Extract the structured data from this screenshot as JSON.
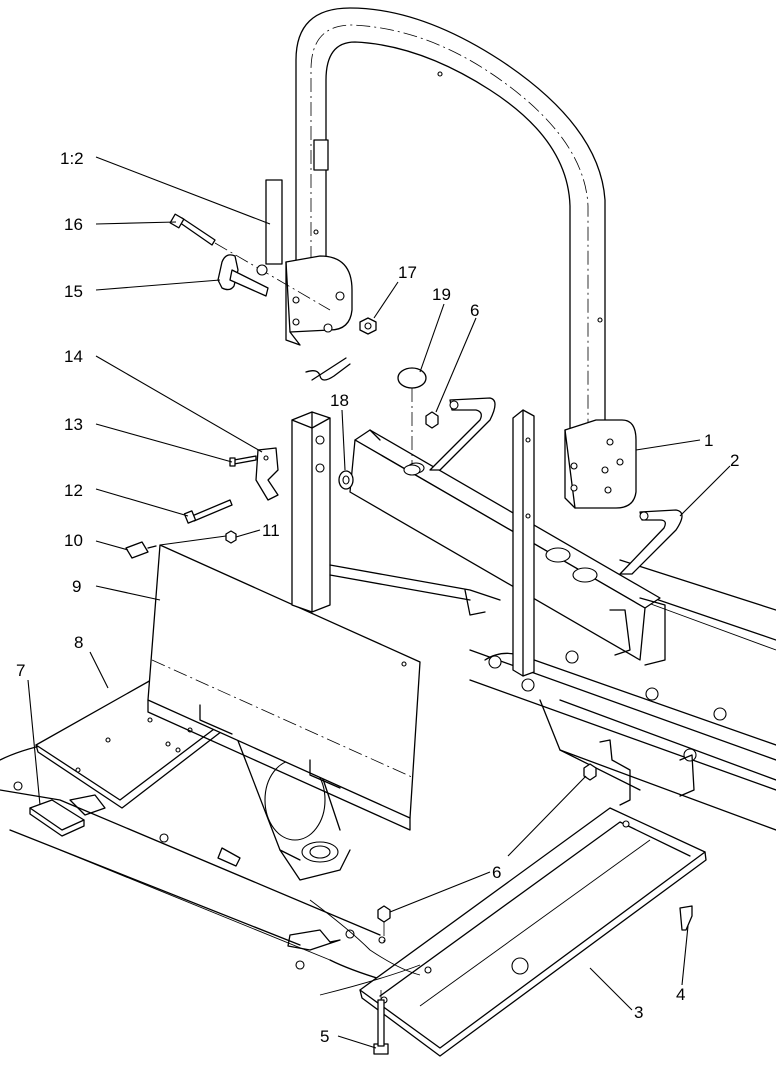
{
  "diagram": {
    "callouts": [
      {
        "id": "c-1-2",
        "text": "1:2"
      },
      {
        "id": "c-16",
        "text": "16"
      },
      {
        "id": "c-15",
        "text": "15"
      },
      {
        "id": "c-17",
        "text": "17"
      },
      {
        "id": "c-19",
        "text": "19"
      },
      {
        "id": "c-6a",
        "text": "6"
      },
      {
        "id": "c-14",
        "text": "14"
      },
      {
        "id": "c-13",
        "text": "13"
      },
      {
        "id": "c-18",
        "text": "18"
      },
      {
        "id": "c-1",
        "text": "1"
      },
      {
        "id": "c-2",
        "text": "2"
      },
      {
        "id": "c-12",
        "text": "12"
      },
      {
        "id": "c-10",
        "text": "10"
      },
      {
        "id": "c-11",
        "text": "11"
      },
      {
        "id": "c-9",
        "text": "9"
      },
      {
        "id": "c-8",
        "text": "8"
      },
      {
        "id": "c-7",
        "text": "7"
      },
      {
        "id": "c-6b",
        "text": "6"
      },
      {
        "id": "c-4",
        "text": "4"
      },
      {
        "id": "c-3",
        "text": "3"
      },
      {
        "id": "c-5",
        "text": "5"
      }
    ]
  }
}
